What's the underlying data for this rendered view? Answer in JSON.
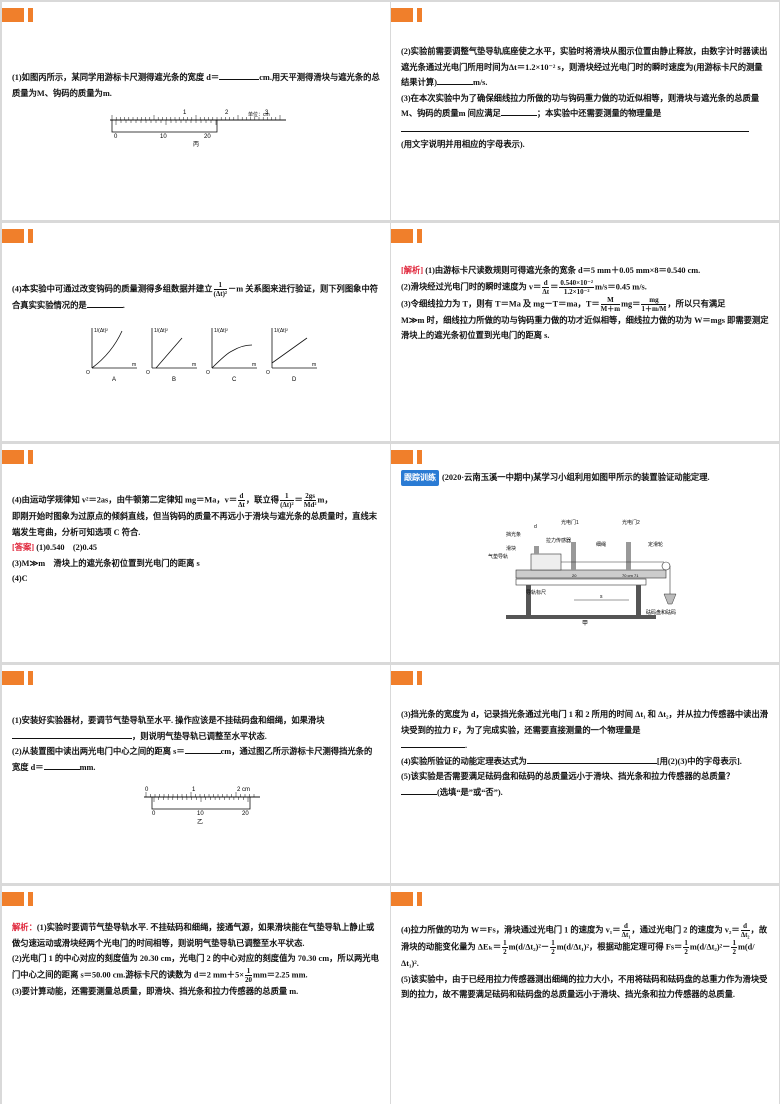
{
  "accent_color": "#f07f2b",
  "answer_color": "#e0263b",
  "slides": {
    "s1": {
      "q1a": "(1)如图丙所示，某同学用游标卡尺测得遮光条的宽度",
      "q1b": "d＝",
      "q1c": "cm.用天平测得滑块与遮光条的总质量为",
      "q1d": "M、钩码的质量为",
      "q1e": "m.",
      "ruler_main": [
        "1",
        "2",
        "3"
      ],
      "ruler_unit": "单位：cm",
      "ruler_vernier": [
        "0",
        "10",
        "20"
      ],
      "caption": "丙"
    },
    "s2": {
      "p2a": "(2)实验前需要调整气垫导轨底座使之水平，实验时将滑块从图示位置由静止释放，由数字计时器读出遮光条通过光电门所用时间为",
      "p2b": "Δt＝1.2×10⁻² s，则滑块经过光电门时的瞬时速度为(用游标卡尺的测量结果计算)",
      "p2c": "m/s.",
      "p3a": "(3)在本次实验中为了确保细线拉力所做的功与钩码重力做的功近似相等，则滑块与遮光条的总质量",
      "p3b": "M、钩码的质量",
      "p3c": "m 间应满足",
      "p3d": "；本实验中还需要测量的物理量是",
      "p3e": "(用文字说明并用相应的字母表示)."
    },
    "s3": {
      "p4a": "(4)本实验中可通过改变钩码的质量测得多组数据并建立",
      "p4b": "－m 关系图来进行验证，则下列图象中符合真实实验情况的是",
      "frac_n": "1",
      "frac_d": "(Δt)²",
      "graph_labels": [
        "A",
        "B",
        "C",
        "D"
      ],
      "axis_y": "1/(Δt)²",
      "axis_x": "m",
      "origin": "O"
    },
    "s4": {
      "label": "[解析]",
      "p1": "(1)由游标卡尺读数规则可得遮光条的宽条 d＝5 mm＋0.05 mm×8＝0.540 cm.",
      "p2a": "(2)滑块经过光电门时的瞬时速度为 v＝",
      "p2b": "＝",
      "p2c": "m/s＝0.45 m/s.",
      "f1n": "d",
      "f1d": "Δt",
      "f2n": "0.540×10⁻²",
      "f2d": "1.2×10⁻²",
      "p3": "(3)令细线拉力为 T，则有 T＝Ma 及 mg－T＝ma，T＝",
      "p3b": "mg＝",
      "p3c": "，所以只有满足",
      "f3n": "M",
      "f3d": "M＋m",
      "f4n": "mg",
      "f4d": "1＋m/M",
      "p4": "M≫m 时，细线拉力所做的功与钩码重力做的功才近似相等，细线拉力做的功为 W＝mgs 即需要测定滑块上的遮光条初位置到光电门的距离 s."
    },
    "s5": {
      "p1a": "(4)由运动学规律知 v²＝2as，由牛顿第二定律知 mg＝Ma，v＝",
      "p1b": "，联立得",
      "p1c": "＝",
      "p1d": "m，",
      "f1n": "d",
      "f1d": "Δt",
      "f2n": "1",
      "f2d": "(Δt)²",
      "f3n": "2gs",
      "f3d": "Md²",
      "p2": "即刚开始时图象为过原点的倾斜直线，但当钩码的质量不再远小于滑块与遮光条的总质量时，直线末端发生弯曲，分析可知选项 C 符合.",
      "ans_label": "[答案]",
      "ans1": "(1)0.540　(2)0.45",
      "ans2": "(3)M≫m　滑块上的遮光条初位置到光电门的距离 s",
      "ans3": "(4)C"
    },
    "s6": {
      "badge": "跟踪训练",
      "p1": "(2020·云南玉溪一中期中)某学习小组利用如图甲所示的装置验证动能定理.",
      "labels": {
        "shade": "挡光条",
        "sensor": "拉力传感器",
        "slider": "滑块",
        "rail": "气垫导轨",
        "gate1": "光电门1",
        "gate2": "光电门2",
        "string": "细绳",
        "pulley": "定滑轮",
        "ruler": "导轨标尺",
        "weights": "砝码盘和砝码",
        "d": "d",
        "s": "s",
        "caption": "甲",
        "read1": "20",
        "read2": "70 cm 71"
      }
    },
    "s7": {
      "p1a": "(1)安装好实验器材，要调节气垫导轨至水平. 操作应该是不挂砝码盘和细绳，如果滑块",
      "p1b": "，则说明气垫导轨已调整至水平状态.",
      "p2a": "(2)从装置图中读出两光电门中心之间的距离 s＝",
      "p2b": "cm，通过图乙所示游标卡尺测得挡光条的宽度 d＝",
      "p2c": "mm.",
      "ruler_main": [
        "0",
        "1",
        "2 cm"
      ],
      "ruler_vernier": [
        "0",
        "10",
        "20"
      ],
      "caption": "乙"
    },
    "s8": {
      "p3a": "(3)挡光条的宽度为 d，记录挡光条通过光电门 1 和 2 所用的时间 Δt₁ 和 Δt₂，并从拉力传感器中读出滑块受到的拉力 F，为了完成实验，还需要直接测量的一个物理量是",
      "p3b": ".",
      "p4a": "(4)实验所验证的动能定理表达式为",
      "p4b": "[用(2)(3)中的字母表示].",
      "p5a": "(5)该实验是否需要满足砝码盘和砝码的总质量远小于滑块、挡光条和拉力传感器的总质量？",
      "p5b": "(选填“是”或“否”)."
    },
    "s9": {
      "label": "解析：",
      "p1": "(1)实验时要调节气垫导轨水平. 不挂砝码和细绳，接通气源，如果滑块能在气垫导轨上静止或做匀速运动或滑块经两个光电门的时间相等，则说明气垫导轨已调整至水平状态.",
      "p2": "(2)光电门 1 的中心对应的刻度值为 20.30 cm，光电门 2 的中心对应的刻度值为 70.30 cm，所以两光电门中心之间的距离 s＝50.00 cm.游标卡尺的读数为 d＝2 mm＋5×",
      "p2b": "mm＝2.25 mm.",
      "fn": "1",
      "fd": "20",
      "p3": "(3)要计算动能，还需要测量总质量，即滑块、挡光条和拉力传感器的总质量 m."
    },
    "s10": {
      "p1a": "(4)拉力所做的功为 W＝Fs，滑块通过光电门 1 的速度为 v₁＝",
      "p1b": "，通过光电门 2 的速度为 v₂＝",
      "p1c": "，故滑块的动能变化量为 ΔEₖ＝",
      "p1d": "m(d/Δt₂)²－",
      "p1e": "m(d/Δt₁)²，根据动能定理可得 Fs＝",
      "p1f": "m(d/Δt₂)²－",
      "p1g": "m(d/Δt₁)².",
      "f1n": "d",
      "f1d": "Δt₁",
      "f2n": "d",
      "f2d": "Δt₂",
      "half_n": "1",
      "half_d": "2",
      "p5": "(5)该实验中，由于已经用拉力传感器测出细绳的拉力大小，不用将砝码和砝码盘的总重力作为滑块受到的拉力，故不需要满足砝码和砝码盘的总质量远小于滑块、挡光条和拉力传感器的总质量."
    }
  }
}
